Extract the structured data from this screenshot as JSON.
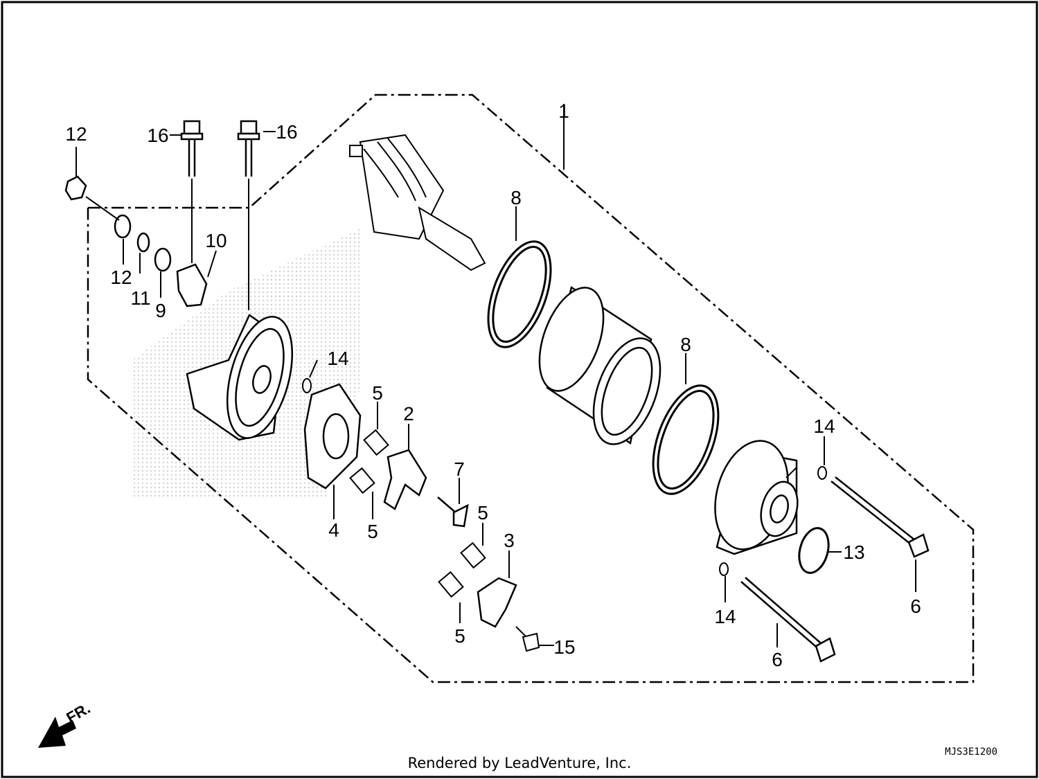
{
  "diagram": {
    "callouts": {
      "c1": "1",
      "c2": "2",
      "c3": "3",
      "c4": "4",
      "c5a": "5",
      "c5b": "5",
      "c5c": "5",
      "c5d": "5",
      "c6a": "6",
      "c6b": "6",
      "c7": "7",
      "c8a": "8",
      "c8b": "8",
      "c9": "9",
      "c10": "10",
      "c11": "11",
      "c12a": "12",
      "c12b": "12",
      "c13": "13",
      "c14a": "14",
      "c14b": "14",
      "c14c": "14",
      "c15": "15",
      "c16a": "16",
      "c16b": "16"
    },
    "direction_label": "FR.",
    "diagram_code": "MJS3E1200",
    "render_credit": "Rendered by LeadVenture, Inc."
  }
}
